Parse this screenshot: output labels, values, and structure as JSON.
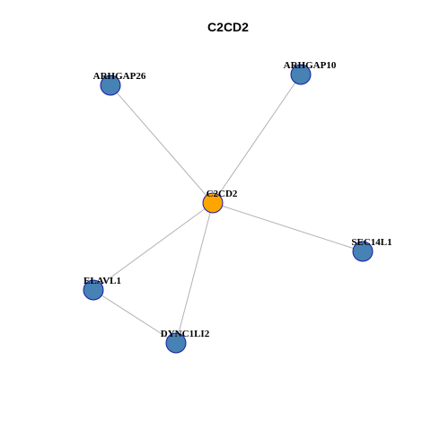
{
  "title": "C2CD2",
  "colors": {
    "center_node": "#ffa500",
    "neighbor_node": "#4682b4",
    "node_border": "#1a1aa6",
    "edge": "#b3b3b3"
  },
  "nodes": [
    {
      "id": "C2CD2",
      "label": "C2CD2",
      "role": "center"
    },
    {
      "id": "ARHGAP26",
      "label": "ARHGAP26",
      "role": "neighbor"
    },
    {
      "id": "ARHGAP10",
      "label": "ARHGAP10",
      "role": "neighbor"
    },
    {
      "id": "SEC14L1",
      "label": "SEC14L1",
      "role": "neighbor"
    },
    {
      "id": "ELAVL1",
      "label": "ELAVL1",
      "role": "neighbor"
    },
    {
      "id": "DYNC1LI2",
      "label": "DYNC1LI2",
      "role": "neighbor"
    }
  ],
  "edges": [
    {
      "source": "C2CD2",
      "target": "ARHGAP26"
    },
    {
      "source": "C2CD2",
      "target": "ARHGAP10"
    },
    {
      "source": "C2CD2",
      "target": "SEC14L1"
    },
    {
      "source": "C2CD2",
      "target": "ELAVL1"
    },
    {
      "source": "C2CD2",
      "target": "DYNC1LI2"
    },
    {
      "source": "ELAVL1",
      "target": "DYNC1LI2"
    }
  ]
}
